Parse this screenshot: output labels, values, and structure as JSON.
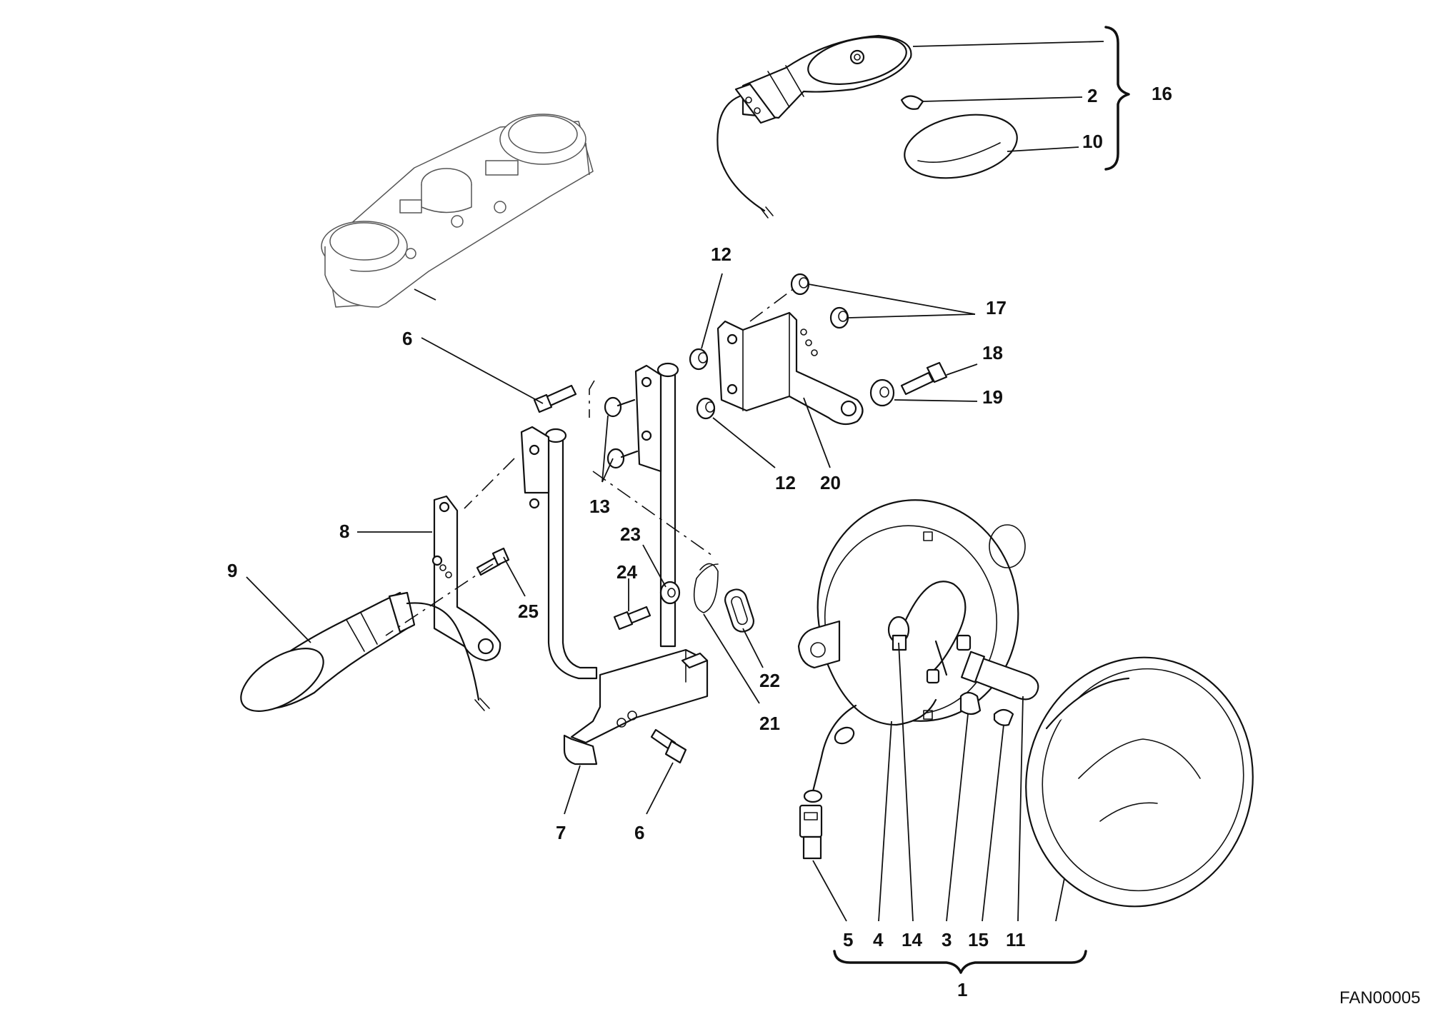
{
  "diagram": {
    "drawing_code": "FAN00005",
    "labels": {
      "c1": "1",
      "c2": "2",
      "c3": "3",
      "c4": "4",
      "c5": "5",
      "c6a": "6",
      "c6b": "6",
      "c7": "7",
      "c8": "8",
      "c9": "9",
      "c10": "10",
      "c11": "11",
      "c12a": "12",
      "c12b": "12",
      "c13": "13",
      "c14": "14",
      "c15": "15",
      "c16": "16",
      "c17": "17",
      "c18": "18",
      "c19": "19",
      "c20": "20",
      "c21": "21",
      "c22": "22",
      "c23": "23",
      "c24": "24",
      "c25": "25"
    }
  }
}
